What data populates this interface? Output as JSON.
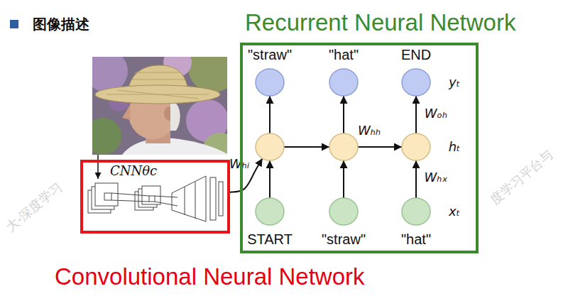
{
  "diagram": {
    "title": "图像描述",
    "nodes": [
      {
        "text": [
          "CNNθc",
          "Convolutional Neural Network"
        ]
      },
      {
        "text": [
          "Recurrent Neural Network"
        ]
      },
      {
        "text": [
          "\"straw\""
        ],
        "in": 1
      },
      {
        "text": [
          "\"hat\""
        ],
        "in": 1
      },
      {
        "text": [
          "END",
          "yₜ"
        ],
        "in": 1
      },
      {
        "text": [],
        "in": 1
      },
      {
        "text": [],
        "in": 1
      },
      {
        "text": [
          "hₜ"
        ],
        "in": 1
      },
      {
        "text": [
          "START"
        ],
        "in": 1
      },
      {
        "text": [
          "\"straw\""
        ],
        "in": 1
      },
      {
        "text": [
          "\"hat\"",
          "xₜ"
        ],
        "in": 1
      }
    ],
    "edges": [
      {
        "from": 0,
        "to": 5,
        "arrow": "to",
        "label": "Wₕᵢ"
      },
      {
        "from": 5,
        "to": 6,
        "arrow": "to"
      },
      {
        "from": 6,
        "to": 7,
        "arrow": "to",
        "label": "Wₕₕ"
      },
      {
        "from": 5,
        "to": 2,
        "arrow": "to"
      },
      {
        "from": 6,
        "to": 3,
        "arrow": "to"
      },
      {
        "from": 7,
        "to": 4,
        "arrow": "to",
        "label": "Wₒₕ"
      },
      {
        "from": 8,
        "to": 5,
        "arrow": "to"
      },
      {
        "from": 9,
        "to": 6,
        "arrow": "to"
      },
      {
        "from": 10,
        "to": 7,
        "arrow": "to",
        "label": "Wₕₓ"
      }
    ],
    "labels": [
      "大-深度学习",
      "度学习平台与"
    ]
  }
}
